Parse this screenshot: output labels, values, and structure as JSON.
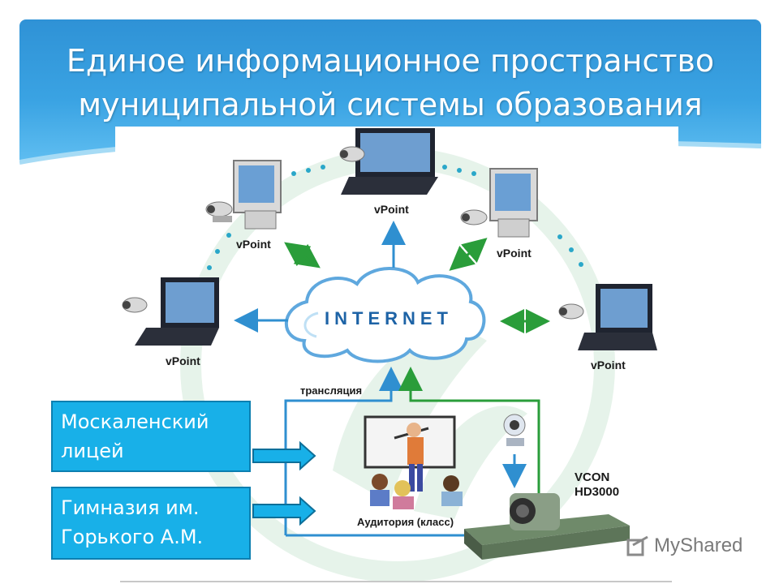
{
  "slide": {
    "title_line1": "Единое информационное пространство",
    "title_line2": "муниципальной системы образования"
  },
  "diagram": {
    "cloud_label": "INTERNET",
    "node_label": "vPoint",
    "broadcast_label": "трансляция",
    "classroom_label": "Аудитория (класс)",
    "device_label_line1": "VCON",
    "device_label_line2": "HD3000"
  },
  "side_boxes": [
    {
      "line1": "Москаленский",
      "line2": "лицей"
    },
    {
      "line1": "Гимназия им.",
      "line2": "Горького А.М."
    }
  ],
  "watermark": {
    "text": "MyShared"
  },
  "colors": {
    "banner": "#3aa3e3",
    "box_fill": "#18b0e8",
    "arrow_blue": "#2f8fd0",
    "arrow_green": "#2a9d3a",
    "cloud_outline": "#5fa8de"
  }
}
